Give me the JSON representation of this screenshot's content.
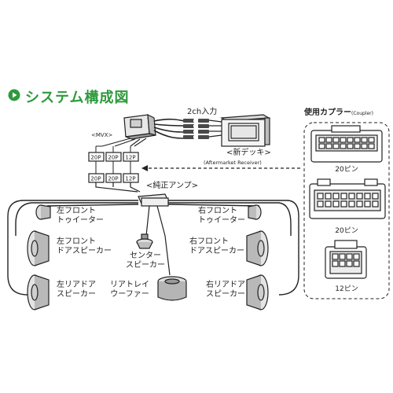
{
  "title": "システム構成図",
  "labels": {
    "input_2ch": "2ch入力",
    "mvx": "<MVX>",
    "new_deck": "<新デッキ>",
    "aftermarket": "(Aftermarket Receiver)",
    "oem_amp": "<純正アンプ>",
    "lf_tweeter": [
      "左フロント",
      "トゥイーター"
    ],
    "rf_tweeter": [
      "右フロント",
      "トゥイーター"
    ],
    "lf_door": [
      "左フロント",
      "ドアスピーカー"
    ],
    "rf_door": [
      "右フロント",
      "ドアスピーカー"
    ],
    "center": [
      "センター",
      "スピーカー"
    ],
    "woofer": [
      "リアトレイ",
      "ウーファー"
    ],
    "lr_door": [
      "左リアドア",
      "スピーカー"
    ],
    "rr_door": [
      "右リアドア",
      "スピーカー"
    ]
  },
  "connectors_top": [
    "20P",
    "20P",
    "12P"
  ],
  "connectors_bottom": [
    "20P",
    "20P",
    "12P"
  ],
  "coupler": {
    "title": "使用カプラー",
    "title_sub": "(Coupler)",
    "items": [
      "20ピン",
      "20ピン",
      "12ピン"
    ]
  },
  "colors": {
    "accent_green": "#2e9a3c",
    "line": "#222222"
  }
}
